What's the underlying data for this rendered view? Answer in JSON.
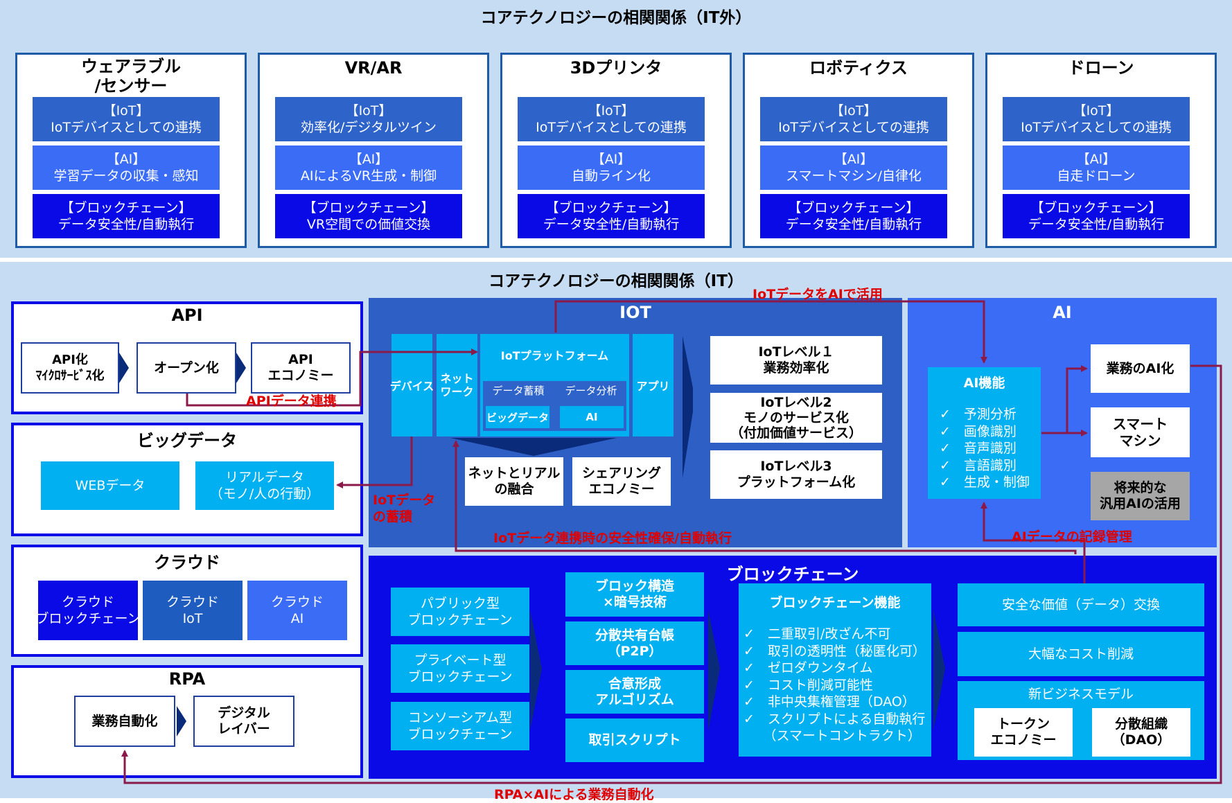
{
  "top": {
    "title": "コアテクノロジーの相関関係（IT外）",
    "cards": [
      {
        "title": "ウェアラブル\n/センサー",
        "iot": "【IoT】\nIoTデバイスとしての連携",
        "ai": "【AI】\n学習データの収集・感知",
        "bc": "【ブロックチェーン】\nデータ安全性/自動執行"
      },
      {
        "title": "VR/AR",
        "iot": "【IoT】\n効率化/デジタルツイン",
        "ai": "【AI】\nAIによるVR生成・制御",
        "bc": "【ブロックチェーン】\nVR空間での価値交換"
      },
      {
        "title": "3Dプリンタ",
        "iot": "【IoT】\nIoTデバイスとしての連携",
        "ai": "【AI】\n自動ライン化",
        "bc": "【ブロックチェーン】\nデータ安全性/自動執行"
      },
      {
        "title": "ロボティクス",
        "iot": "【IoT】\nIoTデバイスとしての連携",
        "ai": "【AI】\nスマートマシン/自律化",
        "bc": "【ブロックチェーン】\nデータ安全性/自動執行"
      },
      {
        "title": "ドローン",
        "iot": "【IoT】\nIoTデバイスとしての連携",
        "ai": "【AI】\n自走ドローン",
        "bc": "【ブロックチェーン】\nデータ安全性/自動執行"
      }
    ]
  },
  "bottom": {
    "title": "コアテクノロジーの相関関係（IT）",
    "api": {
      "title": "API",
      "steps": [
        "API化\nﾏｲｸﾛｻｰﾋﾞｽ化",
        "オープン化",
        "API\nエコノミー"
      ]
    },
    "bigdata": {
      "title": "ビッグデータ",
      "items": [
        "WEBデータ",
        "リアルデータ\n（モノ/人の行動）"
      ]
    },
    "cloud": {
      "title": "クラウド",
      "items": [
        "クラウド\nブロックチェーン",
        "クラウド\nIoT",
        "クラウド\nAI"
      ]
    },
    "rpa": {
      "title": "RPA",
      "steps": [
        "業務自動化",
        "デジタル\nレイバー"
      ]
    },
    "iot": {
      "title": "IOT",
      "device": "デバイス",
      "network": "ネット\nワーク",
      "platform": "IoTプラットフォーム",
      "data_store": "データ蓄積",
      "data_analysis": "データ分析",
      "bigdata": "ビッグデータ",
      "ai": "AI",
      "app": "アプリ",
      "fusion": "ネットとリアル\nの融合",
      "sharing": "シェアリング\nエコノミー",
      "levels": [
        "IoTレベル１\n業務効率化",
        "IoTレベル2\nモノのサービス化\n（付加価値サービス）",
        "IoTレベル3\nプラットフォーム化"
      ]
    },
    "ai": {
      "title": "AI",
      "func_title": "AI機能",
      "functions": [
        "✓　予測分析",
        "✓　画像識別",
        "✓　音声識別",
        "✓　言語識別",
        "✓　生成・制御"
      ],
      "business": "業務のAI化",
      "smart": "スマート\nマシン",
      "general": "将来的な\n汎用AIの活用"
    },
    "blockchain": {
      "title": "ブロックチェーン",
      "types": [
        "パブリック型\nブロックチェーン",
        "プライベート型\nブロックチェーン",
        "コンソーシアム型\nブロックチェーン"
      ],
      "tech": [
        "ブロック構造\n×暗号技術",
        "分散共有台帳\n（P2P）",
        "合意形成\nアルゴリズム",
        "取引スクリプト"
      ],
      "func_title": "ブロックチェーン機能",
      "functions": [
        "✓　二重取引/改ざん不可",
        "✓　取引の透明性（秘匿化可）",
        "✓　ゼロダウンタイム",
        "✓　コスト削減可能性",
        "✓　非中央集権管理（DAO）",
        "✓　スクリプトによる自動執行",
        "　　（スマートコントラクト）"
      ],
      "outcomes": [
        "安全な価値（データ）交換",
        "大幅なコスト削減"
      ],
      "new_model": "新ビジネスモデル",
      "token": "トークン\nエコノミー",
      "dao": "分散組織\n（DAO）"
    },
    "links": {
      "iot_ai": "IoTデータをAIで活用",
      "api_data": "APIデータ連携",
      "iot_store": "IoTデータ\nの蓄積",
      "iot_security": "IoTデータ連携時の安全性確保/自動執行",
      "ai_record": "AIデータの記録管理",
      "rpa_ai": "RPA×AIによる業務自動化"
    }
  },
  "colors": {
    "band": "#c5dcf3",
    "iot_panel": "#2e5fc4",
    "ai_panel": "#3b6cf5",
    "blockchain_panel": "#0a0ae6",
    "cyan": "#00b0f0",
    "arrow": "#8b1a4a",
    "label_red": "#e00000"
  }
}
